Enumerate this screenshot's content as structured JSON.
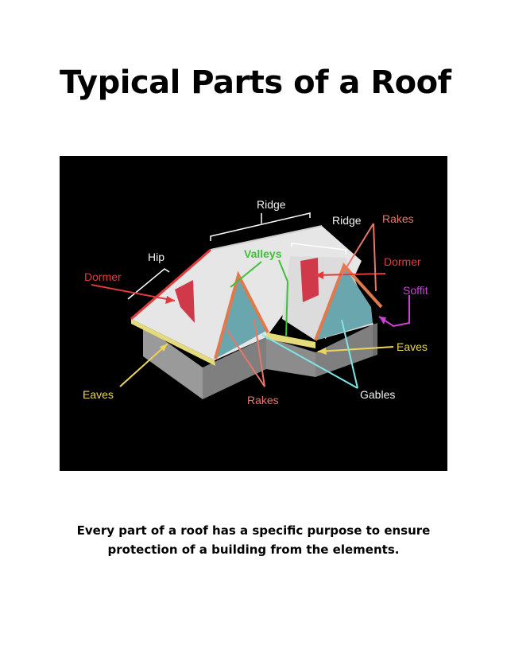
{
  "title": "Typical Parts of a Roof",
  "caption": {
    "line1": "Every part of a roof has a specific purpose to ensure",
    "line2": "protection of a building from the elements."
  },
  "diagram": {
    "labels": {
      "ridge_main": "Ridge",
      "ridge_right": "Ridge",
      "hip": "Hip",
      "valleys": "Valleys",
      "rakes_top": "Rakes",
      "rakes_bottom": "Rakes",
      "dormer_left": "Dormer",
      "dormer_right": "Dormer",
      "soffit": "Soffit",
      "eaves_left": "Eaves",
      "eaves_right": "Eaves",
      "gables": "Gables"
    },
    "colors": {
      "background": "#000000",
      "roof": "#e6e6e6",
      "wall_front": "#7f7f7f",
      "wall_side": "#9a9a9a",
      "gable": "#6aa6ad",
      "eaves": "#e6db7a",
      "rake": "#e0794b",
      "red_label": "#e23a3a",
      "salmon_label": "#e8776a",
      "valley_green": "#3fbf3a",
      "soffit_magenta": "#d040d8",
      "gable_cyan": "#7fe6e6",
      "eaves_yellow": "#ecd558",
      "white_label": "#f2f2f2"
    }
  }
}
